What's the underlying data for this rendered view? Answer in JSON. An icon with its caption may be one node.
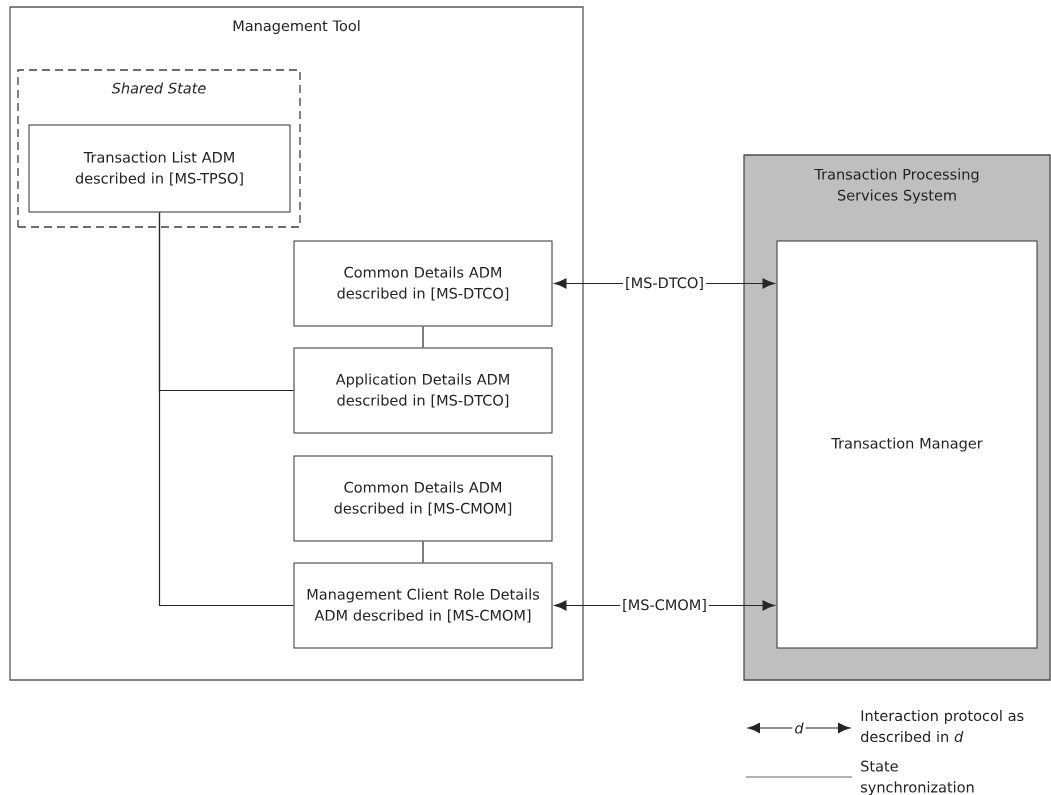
{
  "diagram": {
    "nodes": [
      {
        "text": [
          "Management Tool"
        ]
      },
      {
        "text": [
          "Shared State"
        ],
        "in": 0
      },
      {
        "text": [
          "Transaction List ADM described in [MS-TPSO]"
        ],
        "in": 1
      },
      {
        "text": [
          "Common Details ADM described in [MS-DTCO]"
        ],
        "in": 0
      },
      {
        "text": [
          "Application Details ADM described in [MS-DTCO]"
        ],
        "in": 0
      },
      {
        "text": [
          "Common Details ADM described in [MS-CMOM]"
        ],
        "in": 0
      },
      {
        "text": [
          "Management Client Role Details ADM described in [MS-CMOM]"
        ],
        "in": 0
      },
      {
        "text": [
          "Transaction Processing Services System"
        ]
      },
      {
        "text": [
          "Transaction Manager"
        ],
        "in": 7
      }
    ],
    "edges": [
      {
        "from": 2,
        "to": 4,
        "arrow": "none"
      },
      {
        "from": 2,
        "to": 6,
        "arrow": "none"
      },
      {
        "from": 3,
        "to": 4,
        "arrow": "none"
      },
      {
        "from": 5,
        "to": 6,
        "arrow": "none"
      },
      {
        "from": 3,
        "to": 8,
        "arrow": "both",
        "label": "[MS-DTCO]"
      },
      {
        "from": 6,
        "to": 8,
        "arrow": "both",
        "label": "[MS-CMOM]"
      }
    ],
    "labels": [
      "d"
    ],
    "legend": [
      {
        "text": "Interaction protocol as described in *d*"
      },
      {
        "text": "State synchronization"
      }
    ]
  }
}
